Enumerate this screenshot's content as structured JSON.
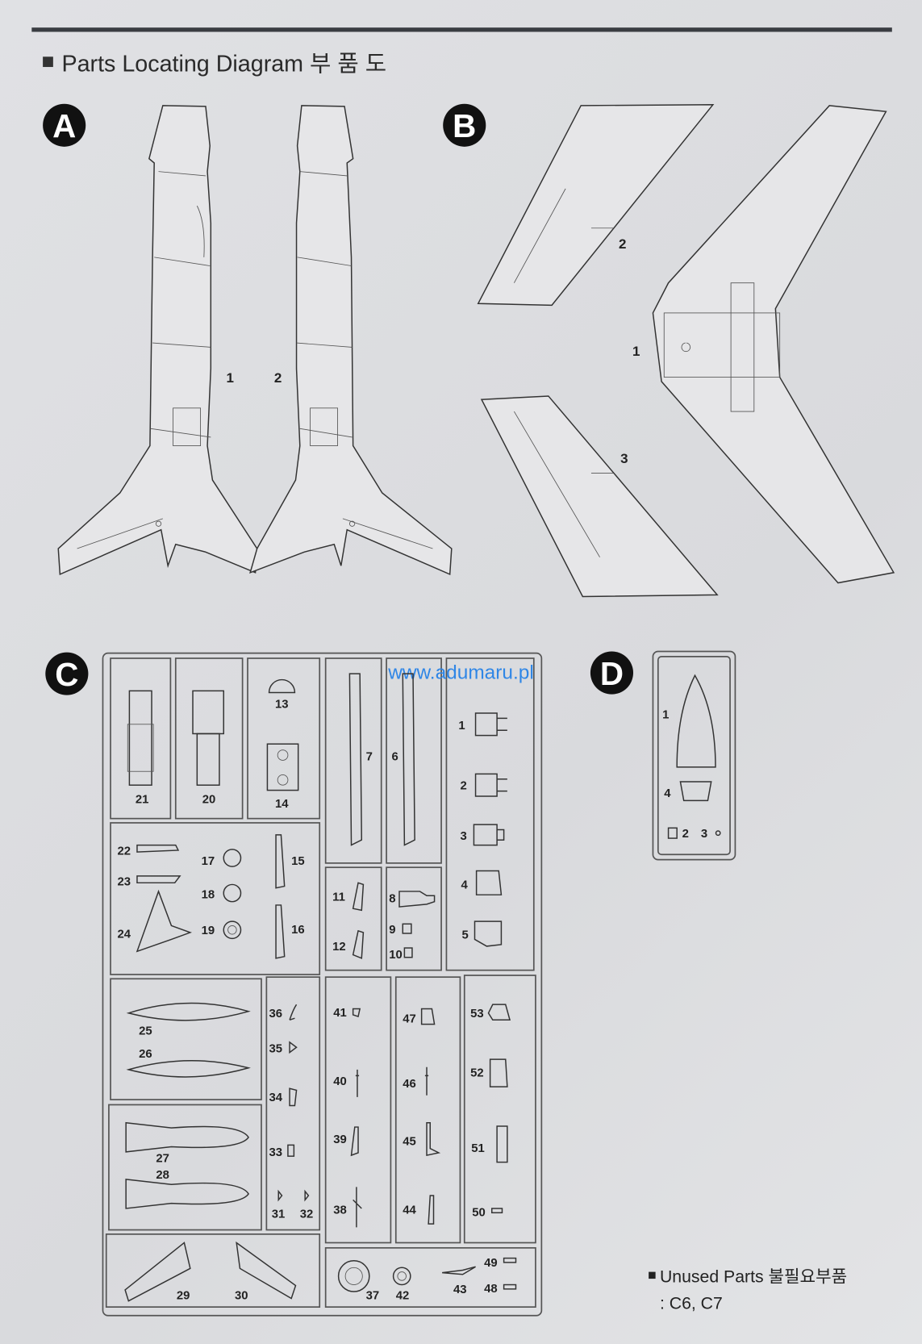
{
  "header": {
    "title": "Parts Locating Diagram 부 품 도"
  },
  "watermark": "www.adumaru.pl",
  "sections": {
    "A": {
      "letter": "A",
      "parts": [
        "1",
        "2"
      ]
    },
    "B": {
      "letter": "B",
      "parts": [
        "2",
        "1",
        "3"
      ]
    },
    "C": {
      "letter": "C",
      "parts": {
        "p1": "1",
        "p2": "2",
        "p3": "3",
        "p4": "4",
        "p5": "5",
        "p6": "6",
        "p7": "7",
        "p8": "8",
        "p9": "9",
        "p10": "10",
        "p11": "11",
        "p12": "12",
        "p13": "13",
        "p14": "14",
        "p15": "15",
        "p16": "16",
        "p17": "17",
        "p18": "18",
        "p19": "19",
        "p20": "20",
        "p21": "21",
        "p22": "22",
        "p23": "23",
        "p24": "24",
        "p25": "25",
        "p26": "26",
        "p27": "27",
        "p28": "28",
        "p29": "29",
        "p30": "30",
        "p31": "31",
        "p32": "32",
        "p33": "33",
        "p34": "34",
        "p35": "35",
        "p36": "36",
        "p37": "37",
        "p38": "38",
        "p39": "39",
        "p40": "40",
        "p41": "41",
        "p42": "42",
        "p43": "43",
        "p44": "44",
        "p45": "45",
        "p46": "46",
        "p47": "47",
        "p48": "48",
        "p49": "49",
        "p50": "50",
        "p51": "51",
        "p52": "52",
        "p53": "53"
      }
    },
    "D": {
      "letter": "D",
      "parts": [
        "1",
        "4",
        "2",
        "3"
      ]
    }
  },
  "unused": {
    "heading": "Unused Parts 불필요부품",
    "list": ": C6, C7"
  }
}
